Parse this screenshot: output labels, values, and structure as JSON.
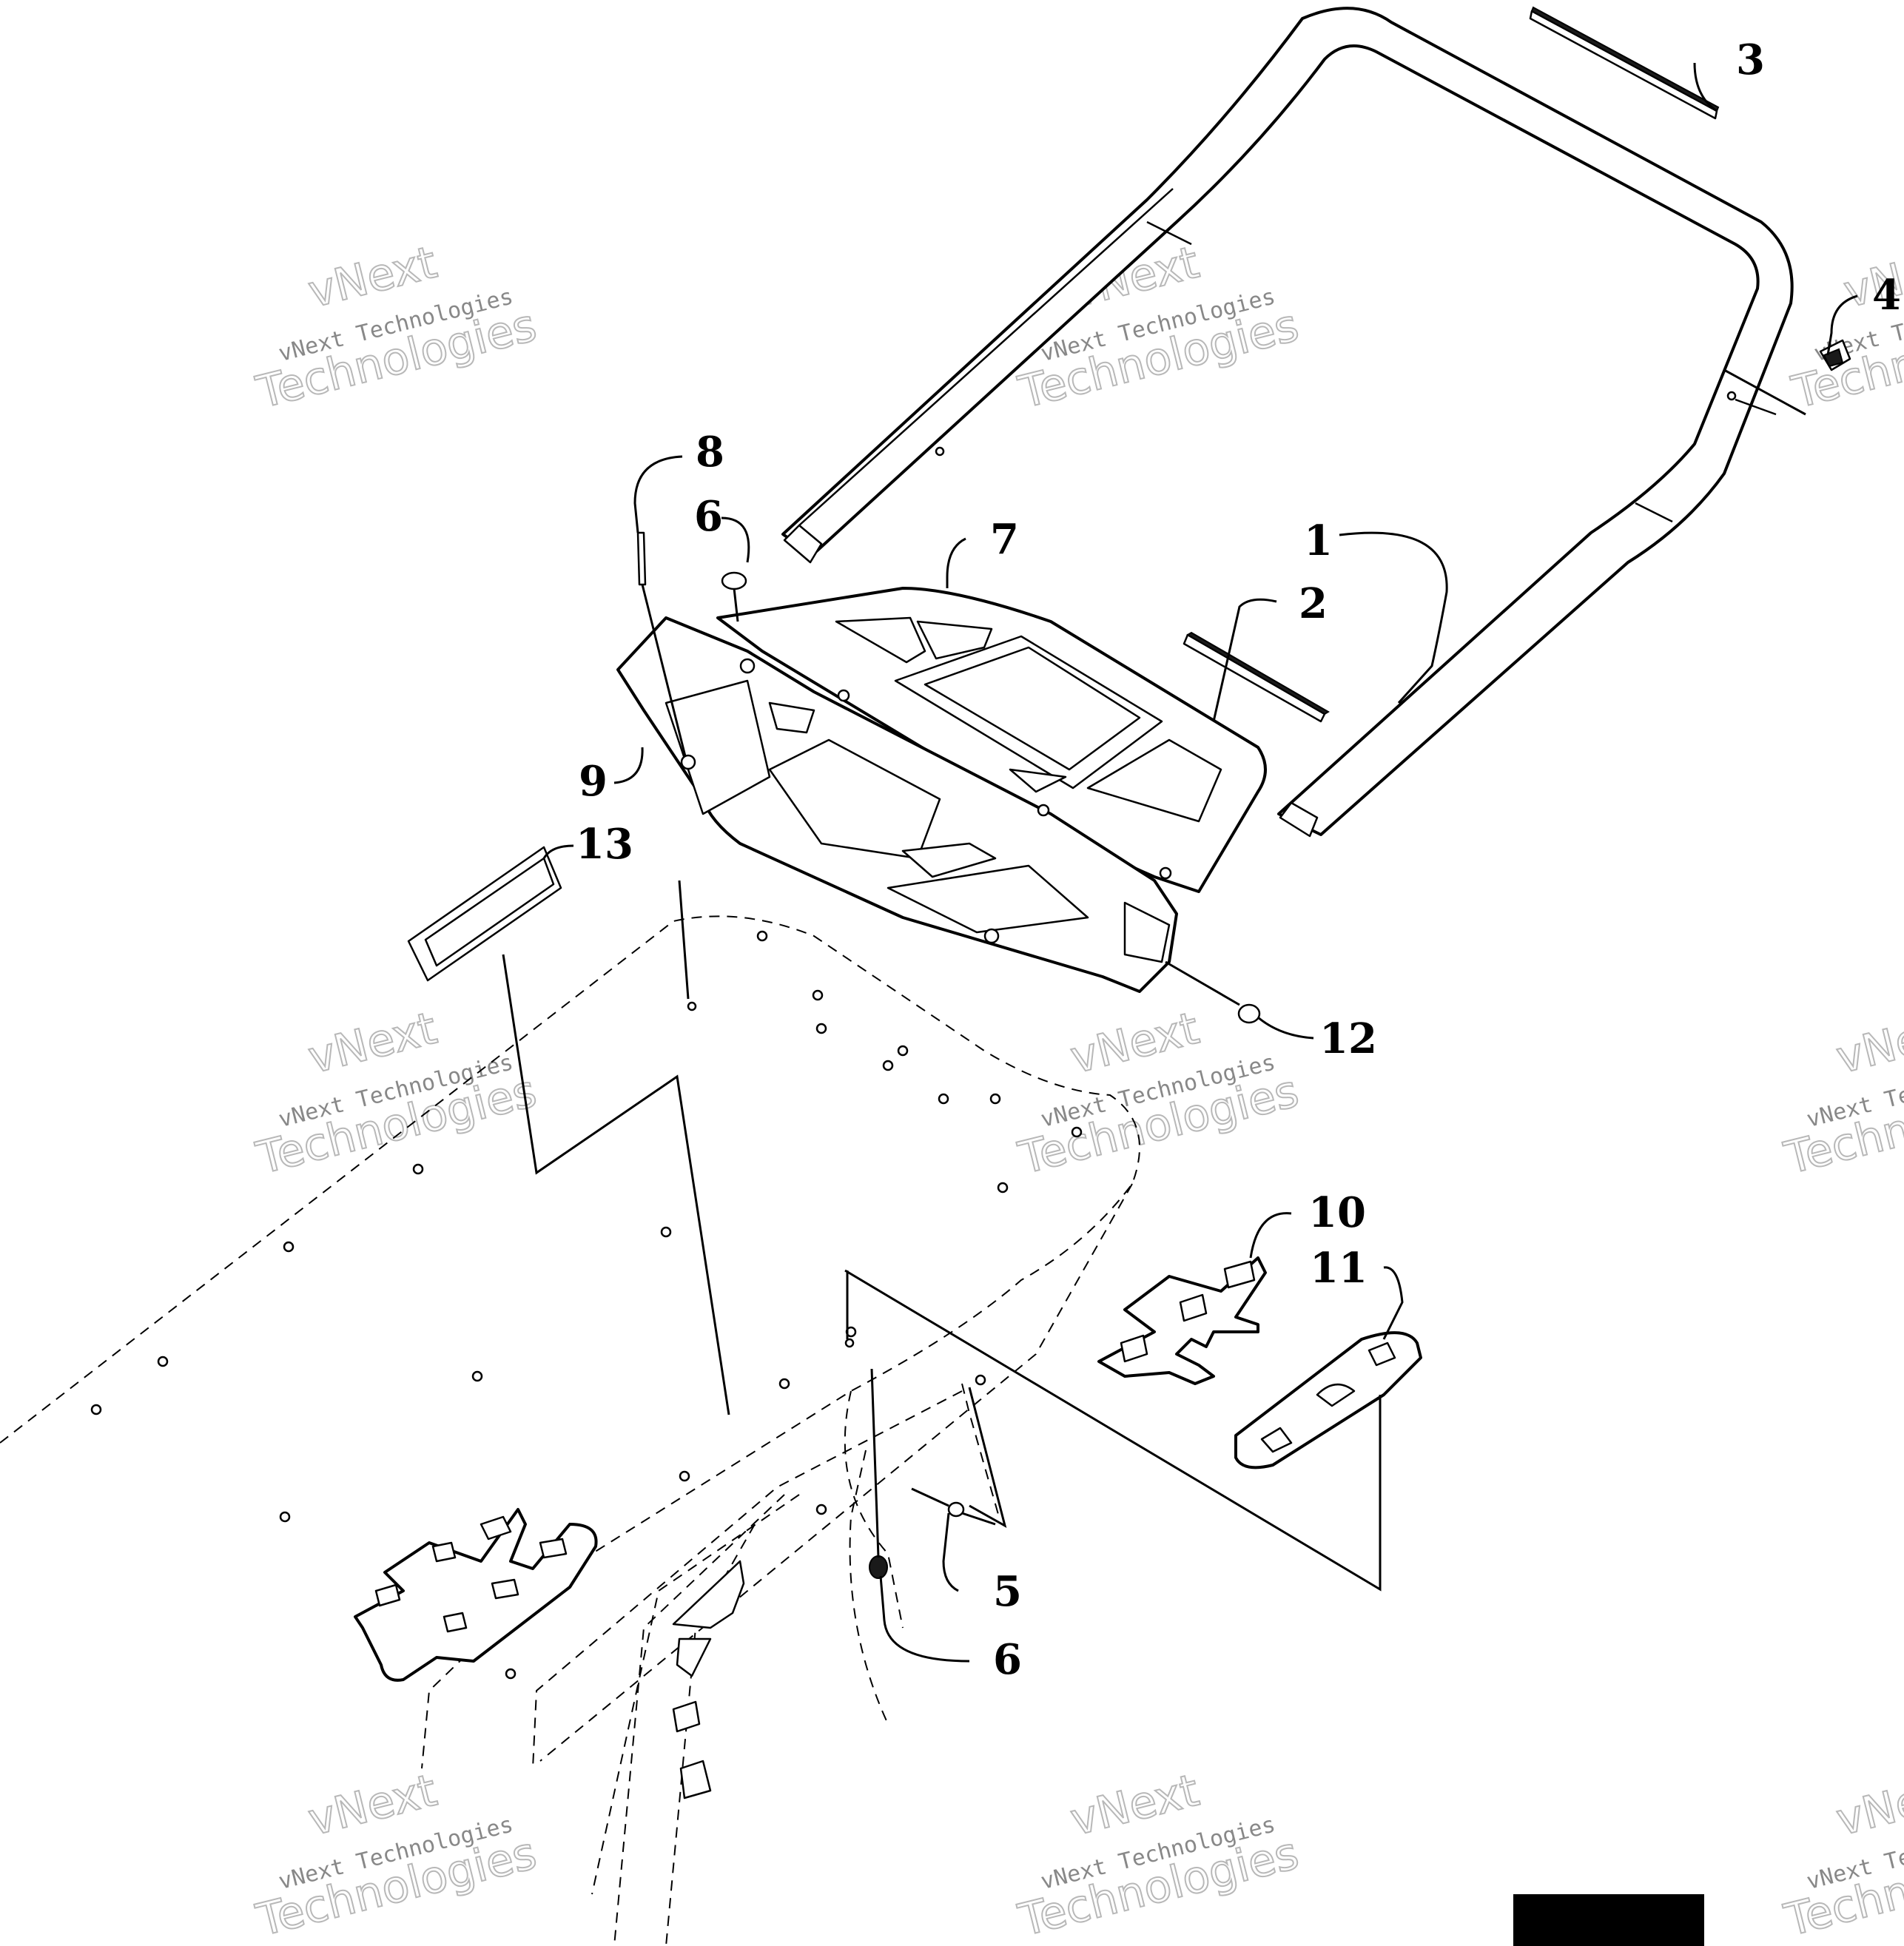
{
  "callouts": [
    "1",
    "2",
    "3",
    "4",
    "5",
    "6",
    "6",
    "7",
    "8",
    "9",
    "10",
    "11",
    "12",
    "13"
  ],
  "watermark": {
    "line1": "vNext",
    "line2": "vNext Technologies",
    "line3": "Technologies"
  },
  "colors": {
    "ink": "#000000",
    "watermark": "#888888",
    "badge": "#000000"
  }
}
